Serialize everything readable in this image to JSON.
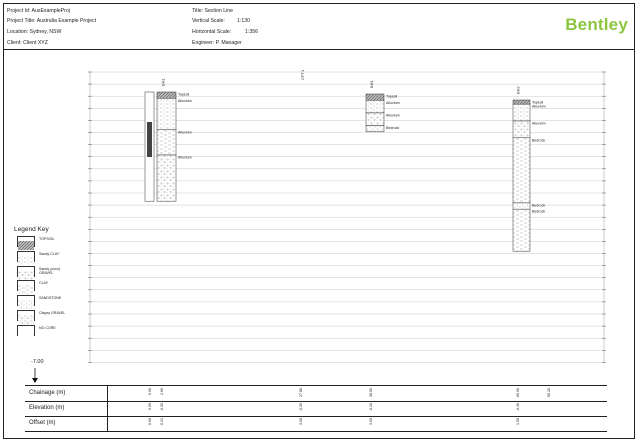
{
  "header": {
    "project_id": "Project Id: AusExampleProj",
    "project_title": "Project Title: Australia Example Project",
    "location": "Location: Sydney, NSW",
    "client": "Client: Client XYZ",
    "title": "Title: Section Line",
    "vertical_scale_label": "Vertical Scale:",
    "vertical_scale_value": "1:130",
    "horizontal_scale_label": "Horizontal Scale:",
    "horizontal_scale_value": "1:356",
    "engineer": "Engineer:  P. Manager",
    "logo": "Bentley"
  },
  "legend": {
    "title": "Legend Key",
    "items": [
      {
        "label": "TOPSOIL",
        "pattern": "topsoil"
      },
      {
        "label": "Sandy CLAY",
        "pattern": "sandyclay"
      },
      {
        "label": "Sandy (coco) GRAVEL",
        "pattern": "gravel"
      },
      {
        "label": "CLAY",
        "pattern": "clay"
      },
      {
        "label": "SANDSTONE",
        "pattern": "sandstone"
      },
      {
        "label": "Clayey GRAVEL",
        "pattern": "clayeygravel"
      },
      {
        "label": "NO CORE",
        "pattern": "none"
      }
    ]
  },
  "section": {
    "datum": "-7.00",
    "boreholes": [
      {
        "name": "BH1",
        "layers": [
          {
            "label": "Topsoil",
            "pattern": "topsoil",
            "d0": 0,
            "d1": 0.6
          },
          {
            "label": "Alluvium",
            "pattern": "sandyclay",
            "d0": 0.6,
            "d1": 3.6
          },
          {
            "label": "Alluvium",
            "pattern": "clay",
            "d0": 3.6,
            "d1": 6.0
          },
          {
            "label": "Alluvium",
            "pattern": "gravel",
            "d0": 6.0,
            "d1": 10.4
          }
        ]
      },
      {
        "name": "BH1",
        "layers": [
          {
            "label": "Topsoil",
            "pattern": "topsoil",
            "d0": 0,
            "d1": 0.6
          },
          {
            "label": "Alluvium",
            "pattern": "sandyclay",
            "d0": 0.6,
            "d1": 1.8
          },
          {
            "label": "Alluvium",
            "pattern": "gravel",
            "d0": 1.8,
            "d1": 3.0
          },
          {
            "label": "Bedrock",
            "pattern": "sandstone",
            "d0": 3.0,
            "d1": 3.6
          }
        ]
      },
      {
        "name": "BH2",
        "layers": [
          {
            "label": "Topsoil",
            "pattern": "topsoil",
            "d0": 0,
            "d1": 0.4
          },
          {
            "label": "Alluvium",
            "pattern": "sandyclay",
            "d0": 0.4,
            "d1": 2.0
          },
          {
            "label": "Alluvium",
            "pattern": "gravel",
            "d0": 2.0,
            "d1": 3.6
          },
          {
            "label": "Bedrock",
            "pattern": "clay",
            "d0": 3.6,
            "d1": 9.8
          },
          {
            "label": "Bedrock",
            "pattern": "sandstone",
            "d0": 9.8,
            "d1": 10.4
          },
          {
            "label": "Bedrock",
            "pattern": "clay",
            "d0": 10.4,
            "d1": 14.4
          }
        ]
      }
    ],
    "cross_label": "CPT1"
  },
  "table": {
    "rows": [
      {
        "label": "Chainage (m)",
        "values": [
          "0.00",
          "2.60",
          "27.80",
          "38.00",
          "60.00",
          "65.20"
        ]
      },
      {
        "label": "Elevation (m)",
        "values": [
          "0.00",
          "-0.30",
          "-0.30",
          "-0.10",
          "-0.40",
          ""
        ]
      },
      {
        "label": "Offset (m)",
        "values": [
          "0.00",
          "0.21",
          "3.00",
          "3.00",
          "1.50",
          ""
        ]
      }
    ]
  }
}
